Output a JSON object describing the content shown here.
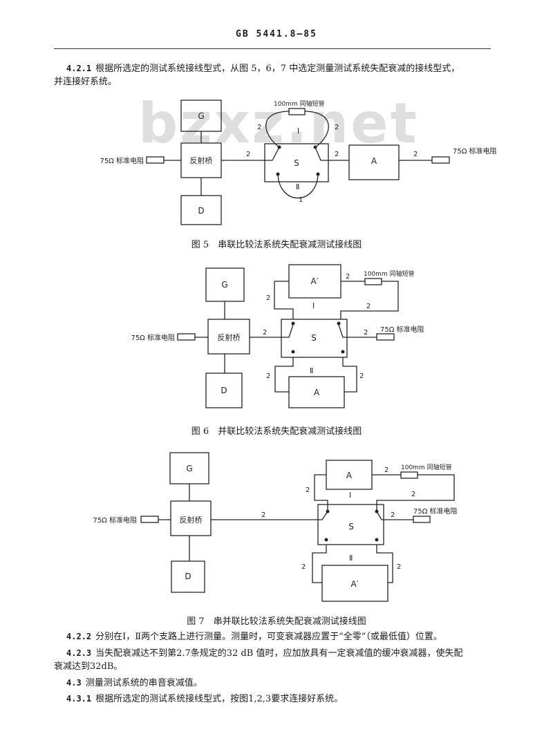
{
  "header": "GB 5441.8—85",
  "watermark": "bzxz.net",
  "para_421": {
    "num": "4.2.1",
    "line1": "根据所选定的测试系统接线型式，从图 5，6，7 中选定测量测试系统失配衰减的接线型式，",
    "line2": "并连接好系统。"
  },
  "common": {
    "load": "75Ω 标准电阻",
    "coax": "100mm 同轴短管",
    "G": "G",
    "D": "D",
    "bridge": "反射桥",
    "S": "S",
    "A": "A",
    "Ap": "A′",
    "I": "I",
    "II": "Ⅱ",
    "two": "2",
    "one": "1"
  },
  "fig5": {
    "caption": "图 5　串联比较法系统失配衰减测试接线图"
  },
  "fig6": {
    "caption": "图 6　并联比较法系统失配衰减测试接线图"
  },
  "fig7": {
    "caption": "图 7　串并联比较法系统失配衰减测试接线图"
  },
  "para_422": {
    "num": "4.2.2",
    "text": "分别在Ⅰ，Ⅱ两个支路上进行测量。测量时，可变衰减器应置于“全零”（或最低值）位置。"
  },
  "para_423": {
    "num": "4.2.3",
    "line1": "当失配衰减达不到第2.7条规定的32 dB 值时，应加放具有一定衰减值的缓冲衰减器，使失配",
    "line2": "衰减达到32dB。"
  },
  "para_43": {
    "num": "4.3",
    "text": "测量测试系统的串音衰减值。"
  },
  "para_431": {
    "num": "4.3.1",
    "text": "根据所选定的测试系统接线型式，按图1,2,3要求连接好系统。"
  }
}
